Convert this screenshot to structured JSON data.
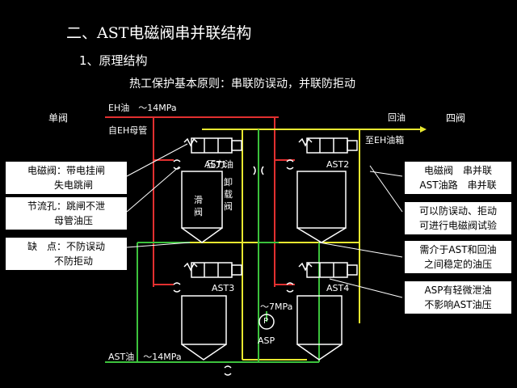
{
  "title": "二、AST电磁阀串并联结构",
  "subtitle": "1、原理结构",
  "principle": "热工保护基本原则：串联防误动，并联防拒动",
  "labels": {
    "single_valve": "单阀",
    "four_valve": "四阀",
    "eh_oil": "EH油　～14MPa",
    "from_eh_header": "自EH母管",
    "return_oil": "回油",
    "to_eh_tank": "至EH油箱",
    "ast_oil": "AST油　～14MPa",
    "asp_pressure": "～7MPa",
    "asp": "ASP",
    "p_gauge": "P",
    "ast1": "AST1",
    "ast2": "AST2",
    "ast3": "AST3",
    "ast4": "AST4",
    "pressure_oil": "压力油",
    "slide_valve": "滑阀",
    "unload_valve": "卸载阀"
  },
  "left_notes": [
    {
      "line1": "电磁阀：带电挂闸",
      "line2": "失电跳闸"
    },
    {
      "line1": "节流孔：跳闸不泄",
      "line2": "母管油压"
    },
    {
      "line1": "缺　点：不防误动",
      "line2": "不防拒动"
    }
  ],
  "right_notes": [
    {
      "line1": "电磁阀　串并联",
      "line2": "AST油路　串并联"
    },
    {
      "line1": "可以防误动、拒动",
      "line2": "可进行电磁阀试验"
    },
    {
      "line1": "需介于AST和回油",
      "line2": "之间稳定的油压"
    },
    {
      "line1": "ASP有轻微泄油",
      "line2": "不影响AST油压"
    }
  ],
  "colors": {
    "eh_line": "#e23030",
    "return_line": "#e8e830",
    "ast_line": "#3cc23c",
    "equip": "#ffffff"
  }
}
